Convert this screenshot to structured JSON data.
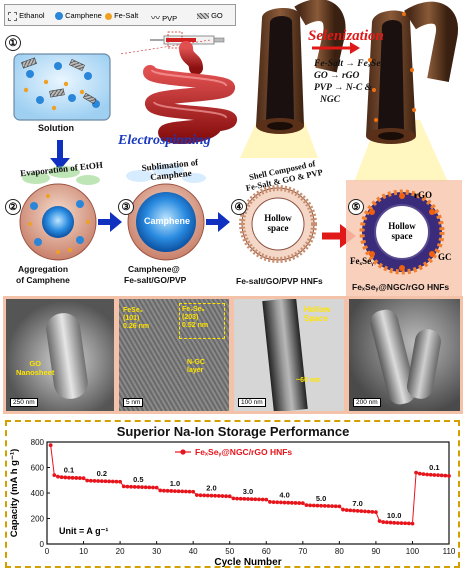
{
  "legend": {
    "ethanol": "Ethanol",
    "camphene": "Camphene",
    "fe_salt": "Fe-Salt",
    "pvp": "PVP",
    "go": "GO"
  },
  "steps": {
    "s1": {
      "num": "①",
      "caption": "Solution"
    },
    "electrospinning": "Electrospinning",
    "s2": {
      "num": "②",
      "top": "Evaporation of EtOH",
      "caption1": "Aggregation",
      "caption2": "of Camphene"
    },
    "s3": {
      "num": "③",
      "top1": "Sublimation of",
      "top2": "Camphene",
      "inner": "Camphene",
      "caption1": "Camphene@",
      "caption2": "Fe-salt/GO/PVP"
    },
    "s4": {
      "num": "④",
      "top1": "Shell Composed of",
      "top2": "Fe-Salt & GO & PVP",
      "inner1": "Hollow",
      "inner2": "space",
      "caption": "Fe-salt/GO/PVP HNFs"
    },
    "s5": {
      "num": "⑤",
      "inner1": "Hollow",
      "inner2": "space",
      "rgo": "rGO",
      "gc": "GC",
      "fese": "FeₓSeᵧ",
      "caption": "FeₓSeᵧ@NGC/rGO HNFs"
    }
  },
  "selenization": {
    "title": "Selenization",
    "l1": "Fe-Salt → FeₓSeᵧ",
    "l2": "GO → rGO",
    "l3": "PVP → N-C &",
    "l4": "NGC"
  },
  "micrographs": {
    "m1": {
      "label1": "GO",
      "label2": "Nanosheet",
      "scale": "250 nm"
    },
    "m2": {
      "a": "FeSe₂",
      "a2": "(101)",
      "a3": "0.26 nm",
      "b": "Fe₇Se₈",
      "b2": "(203)",
      "b3": "0.52 nm",
      "c": "N-GC",
      "c2": "layer",
      "scale": "5 nm"
    },
    "m3": {
      "hollow1": "Hollow",
      "hollow2": "Space",
      "thick": "~60 nm",
      "scale": "100 nm"
    },
    "m4": {
      "scale": "200 nm"
    }
  },
  "chart_data": {
    "type": "scatter",
    "title": "Superior Na-Ion Storage Performance",
    "xlabel": "Cycle Number",
    "ylabel": "Capacity (mA h g⁻¹)",
    "unit_note": "Unit = A g⁻¹",
    "xlim": [
      0,
      110
    ],
    "ylim": [
      0,
      800
    ],
    "xticks": [
      0,
      10,
      20,
      30,
      40,
      50,
      60,
      70,
      80,
      90,
      100,
      110
    ],
    "yticks": [
      0,
      200,
      400,
      600,
      800
    ],
    "legend": "FeₓSeᵧ@NGC/rGO HNFs",
    "color": "#e8141b",
    "rate_labels": [
      {
        "x": 6,
        "text": "0.1"
      },
      {
        "x": 15,
        "text": "0.2"
      },
      {
        "x": 25,
        "text": "0.5"
      },
      {
        "x": 35,
        "text": "1.0"
      },
      {
        "x": 45,
        "text": "2.0"
      },
      {
        "x": 55,
        "text": "3.0"
      },
      {
        "x": 65,
        "text": "4.0"
      },
      {
        "x": 75,
        "text": "5.0"
      },
      {
        "x": 85,
        "text": "7.0"
      },
      {
        "x": 95,
        "text": "10.0"
      },
      {
        "x": 106,
        "text": "0.1"
      }
    ],
    "x": [
      1,
      2,
      3,
      4,
      5,
      6,
      7,
      8,
      9,
      10,
      11,
      12,
      13,
      14,
      15,
      16,
      17,
      18,
      19,
      20,
      21,
      22,
      23,
      24,
      25,
      26,
      27,
      28,
      29,
      30,
      31,
      32,
      33,
      34,
      35,
      36,
      37,
      38,
      39,
      40,
      41,
      42,
      43,
      44,
      45,
      46,
      47,
      48,
      49,
      50,
      51,
      52,
      53,
      54,
      55,
      56,
      57,
      58,
      59,
      60,
      61,
      62,
      63,
      64,
      65,
      66,
      67,
      68,
      69,
      70,
      71,
      72,
      73,
      74,
      75,
      76,
      77,
      78,
      79,
      80,
      81,
      82,
      83,
      84,
      85,
      86,
      87,
      88,
      89,
      90,
      91,
      92,
      93,
      94,
      95,
      96,
      97,
      98,
      99,
      100,
      101,
      102,
      103,
      104,
      105,
      106,
      107,
      108,
      109,
      110
    ],
    "y": [
      775,
      540,
      528,
      524,
      522,
      520,
      519,
      518,
      517,
      516,
      498,
      496,
      495,
      494,
      493,
      492,
      491,
      490,
      489,
      488,
      452,
      450,
      449,
      448,
      447,
      446,
      445,
      444,
      443,
      442,
      420,
      418,
      417,
      416,
      415,
      414,
      413,
      412,
      411,
      410,
      384,
      382,
      381,
      380,
      379,
      378,
      377,
      376,
      375,
      374,
      358,
      356,
      355,
      354,
      353,
      352,
      351,
      350,
      349,
      348,
      330,
      328,
      327,
      326,
      325,
      324,
      323,
      322,
      321,
      320,
      305,
      303,
      302,
      301,
      300,
      299,
      298,
      297,
      296,
      295,
      270,
      266,
      264,
      262,
      260,
      258,
      256,
      254,
      252,
      250,
      180,
      172,
      170,
      168,
      166,
      165,
      164,
      163,
      162,
      160,
      560,
      552,
      548,
      545,
      543,
      541,
      540,
      538,
      536,
      534
    ]
  }
}
